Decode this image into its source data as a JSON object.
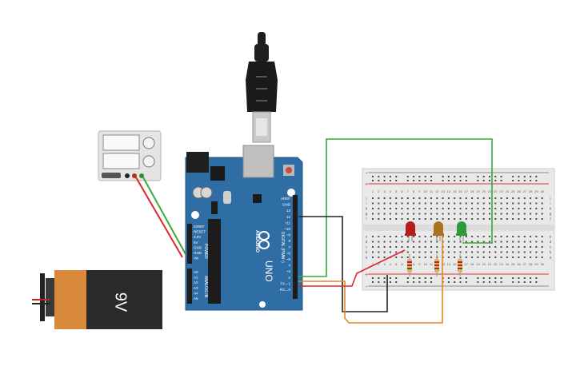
{
  "colors": {
    "background": "#ffffff",
    "arduino_board": "#2f6ea5",
    "breadboard": "#e9e9e9",
    "battery_top": "#d9893a",
    "battery_body": "#2a2a2a",
    "wire_green": "#3aa935",
    "wire_red": "#e0262b",
    "wire_black": "#222222",
    "wire_orange": "#e08a1e",
    "led_red": "#b51d1d",
    "led_yellow": "#a8741f",
    "led_green": "#2e9b3a"
  },
  "battery": {
    "label": "9V"
  },
  "arduino": {
    "brand": "ARDUINO",
    "model": "UNO",
    "icon": "arduino-infinity-logo",
    "power_header_labels": [
      "IOREF",
      "RESET",
      "3.3V",
      "5V",
      "GND",
      "GND",
      "Vin"
    ],
    "power_section_label": "POWER",
    "analog_header_labels": [
      "A0",
      "A1",
      "A2",
      "A3",
      "A4",
      "A5"
    ],
    "analog_section_label": "ANALOG IN",
    "digital_header_labels": [
      "AREF",
      "GND",
      "13",
      "12",
      "~11",
      "~10",
      "~9",
      "8",
      "7",
      "~6",
      "~5",
      "4",
      "~3",
      "2",
      "TX→1",
      "RX←0"
    ],
    "digital_section_label": "DIGITAL (PWM~)"
  },
  "breadboard": {
    "column_numbers": [
      "1",
      "2",
      "3",
      "4",
      "5",
      "6",
      "7",
      "8",
      "9",
      "10",
      "11",
      "12",
      "13",
      "14",
      "15",
      "16",
      "17",
      "18",
      "19",
      "20",
      "21",
      "22",
      "23",
      "24",
      "25",
      "26",
      "27",
      "28",
      "29",
      "30"
    ],
    "row_letters_top": [
      "j",
      "i",
      "h",
      "g",
      "f"
    ],
    "row_letters_bottom": [
      "e",
      "d",
      "c",
      "b",
      "a"
    ],
    "rail_plus": "+",
    "rail_minus": "-"
  },
  "leds": [
    {
      "name": "red-led",
      "color": "red"
    },
    {
      "name": "yellow-led",
      "color": "yellow"
    },
    {
      "name": "green-led",
      "color": "green"
    }
  ],
  "power_supply": {
    "icon": "dc-power-supply"
  },
  "usb_cable": {
    "icon": "usb-b-cable"
  }
}
